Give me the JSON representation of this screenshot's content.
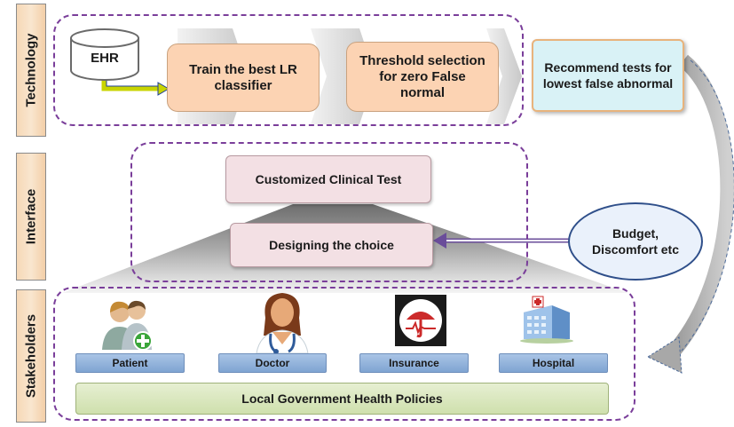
{
  "sidebar": {
    "technology": "Technology",
    "interface": "Interface",
    "stakeholders": "Stakeholders"
  },
  "technology": {
    "ehr": "EHR",
    "train": "Train the best LR classifier",
    "threshold": "Threshold selection for zero False normal",
    "recommend": "Recommend tests for lowest false abnormal"
  },
  "interface": {
    "custom_test": "Customized Clinical Test",
    "designing": "Designing the choice",
    "constraints": "Budget, Discomfort etc"
  },
  "stakeholders": {
    "patient": "Patient",
    "doctor": "Doctor",
    "insurance": "Insurance",
    "hospital": "Hospital",
    "policy": "Local Government Health Policies"
  },
  "colors": {
    "dashed_border": "#7a3e9a",
    "peach": "#fcd3b3",
    "teal": "#d9f2f6",
    "label_blue": "#8fb0da",
    "policy_green": "#d8e6bd"
  }
}
